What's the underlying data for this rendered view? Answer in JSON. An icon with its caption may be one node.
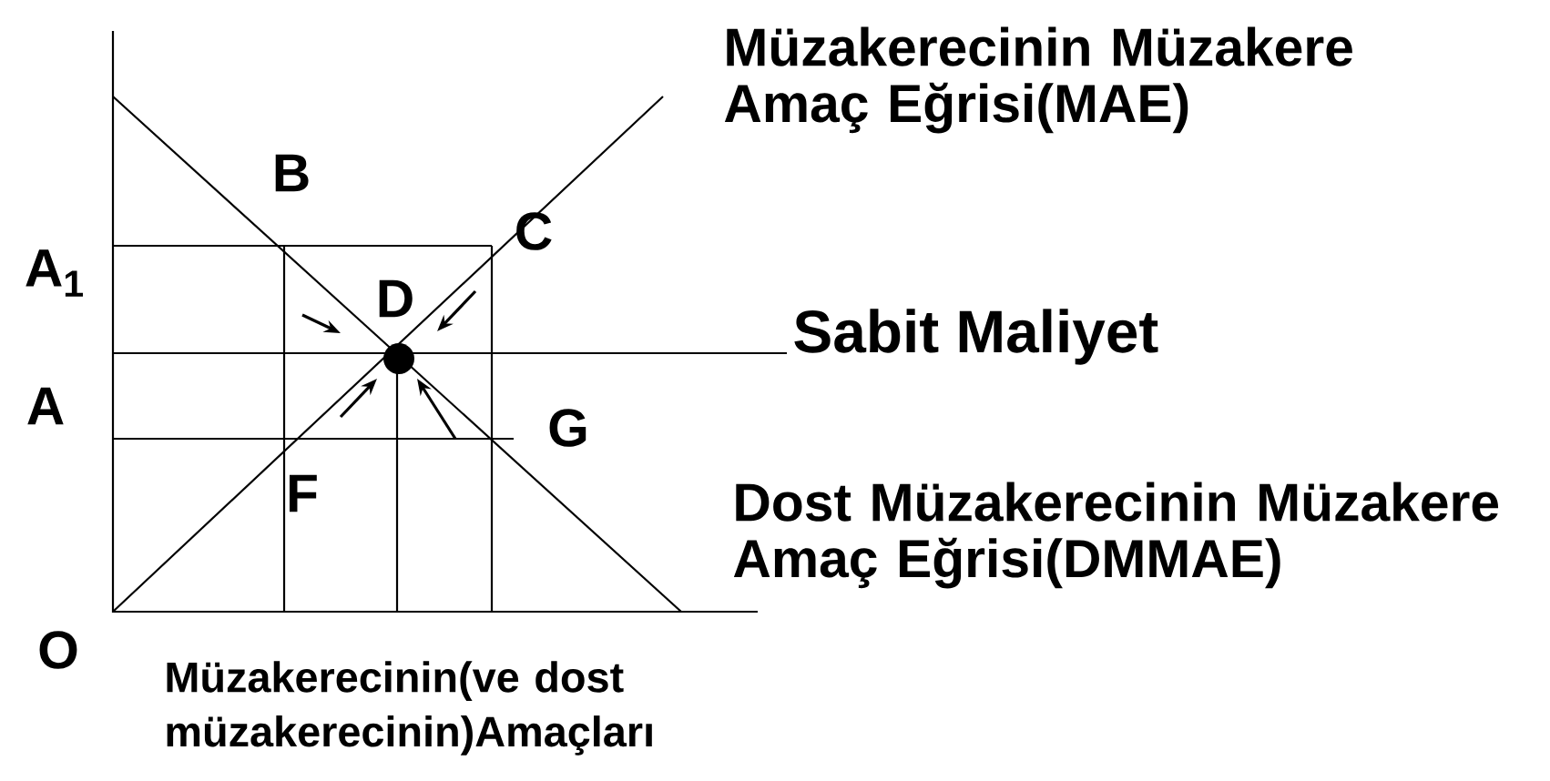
{
  "diagram": {
    "labels": [
      "Müzakerecinin Müzakere Amaç Eğrisi(MAE)",
      "B",
      "C",
      "A$_{1}$",
      "D",
      "Sabit Maliyet",
      "A",
      "G",
      "F",
      "Dost Müzakerecinin Müzakere Amaç Eğrisi(DMMAE)",
      "O",
      "Müzakerecinin(ve dost müzakerecinin)Amaçları"
    ]
  }
}
